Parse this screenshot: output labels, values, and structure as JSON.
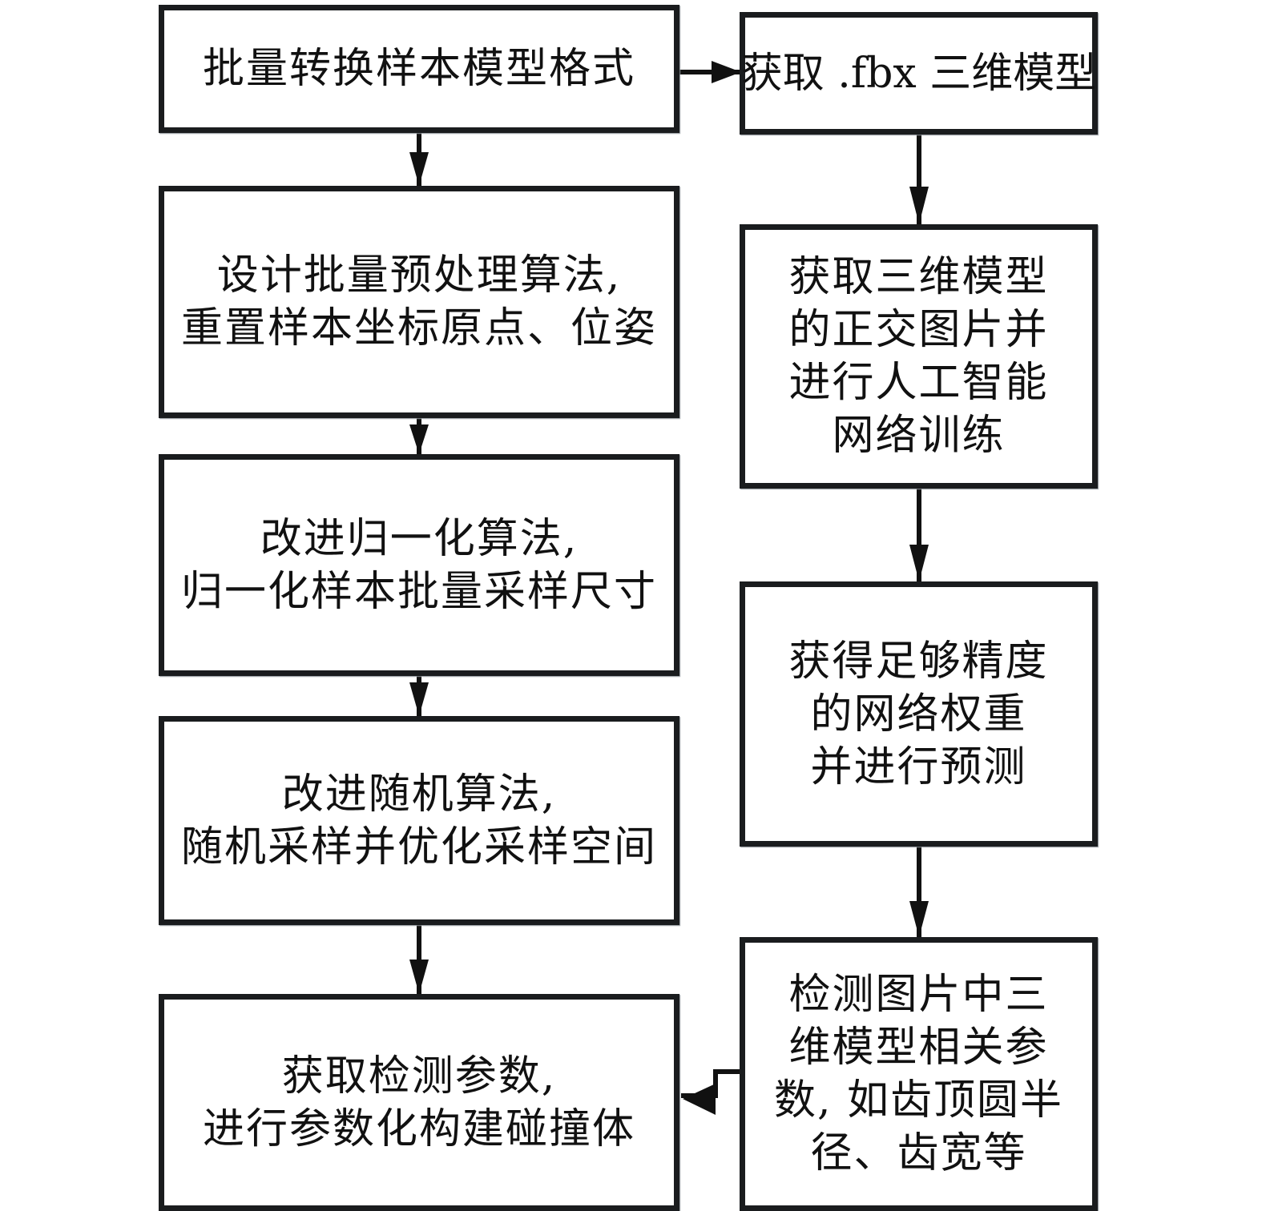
{
  "diagram": {
    "type": "flowchart",
    "left_column": [
      {
        "id": "L1",
        "text": "批量转换样本模型格式"
      },
      {
        "id": "L2",
        "text": "设计批量预处理算法,\n重置样本坐标原点、位姿"
      },
      {
        "id": "L3",
        "text": "改进归一化算法,\n归一化样本批量采样尺寸"
      },
      {
        "id": "L4",
        "text": "改进随机算法,\n随机采样并优化采样空间"
      },
      {
        "id": "L5",
        "text": "获取检测参数,\n进行参数化构建碰撞体"
      }
    ],
    "right_column": [
      {
        "id": "R1",
        "text": "获取 .fbx 三维模型"
      },
      {
        "id": "R2",
        "text": "获取三维模型\n的正交图片并\n进行人工智能\n网络训练"
      },
      {
        "id": "R3",
        "text": "获得足够精度\n的网络权重\n并进行预测"
      },
      {
        "id": "R4",
        "text": "检测图片中三\n维模型相关参\n数, 如齿顶圆半\n径、齿宽等"
      }
    ],
    "edges": [
      {
        "from": "L1",
        "to": "L2"
      },
      {
        "from": "L2",
        "to": "L3"
      },
      {
        "from": "L3",
        "to": "L4"
      },
      {
        "from": "L4",
        "to": "L5"
      },
      {
        "from": "L1",
        "to": "R1"
      },
      {
        "from": "R1",
        "to": "R2"
      },
      {
        "from": "R2",
        "to": "R3"
      },
      {
        "from": "R3",
        "to": "R4"
      },
      {
        "from": "R4",
        "to": "L5"
      }
    ]
  }
}
